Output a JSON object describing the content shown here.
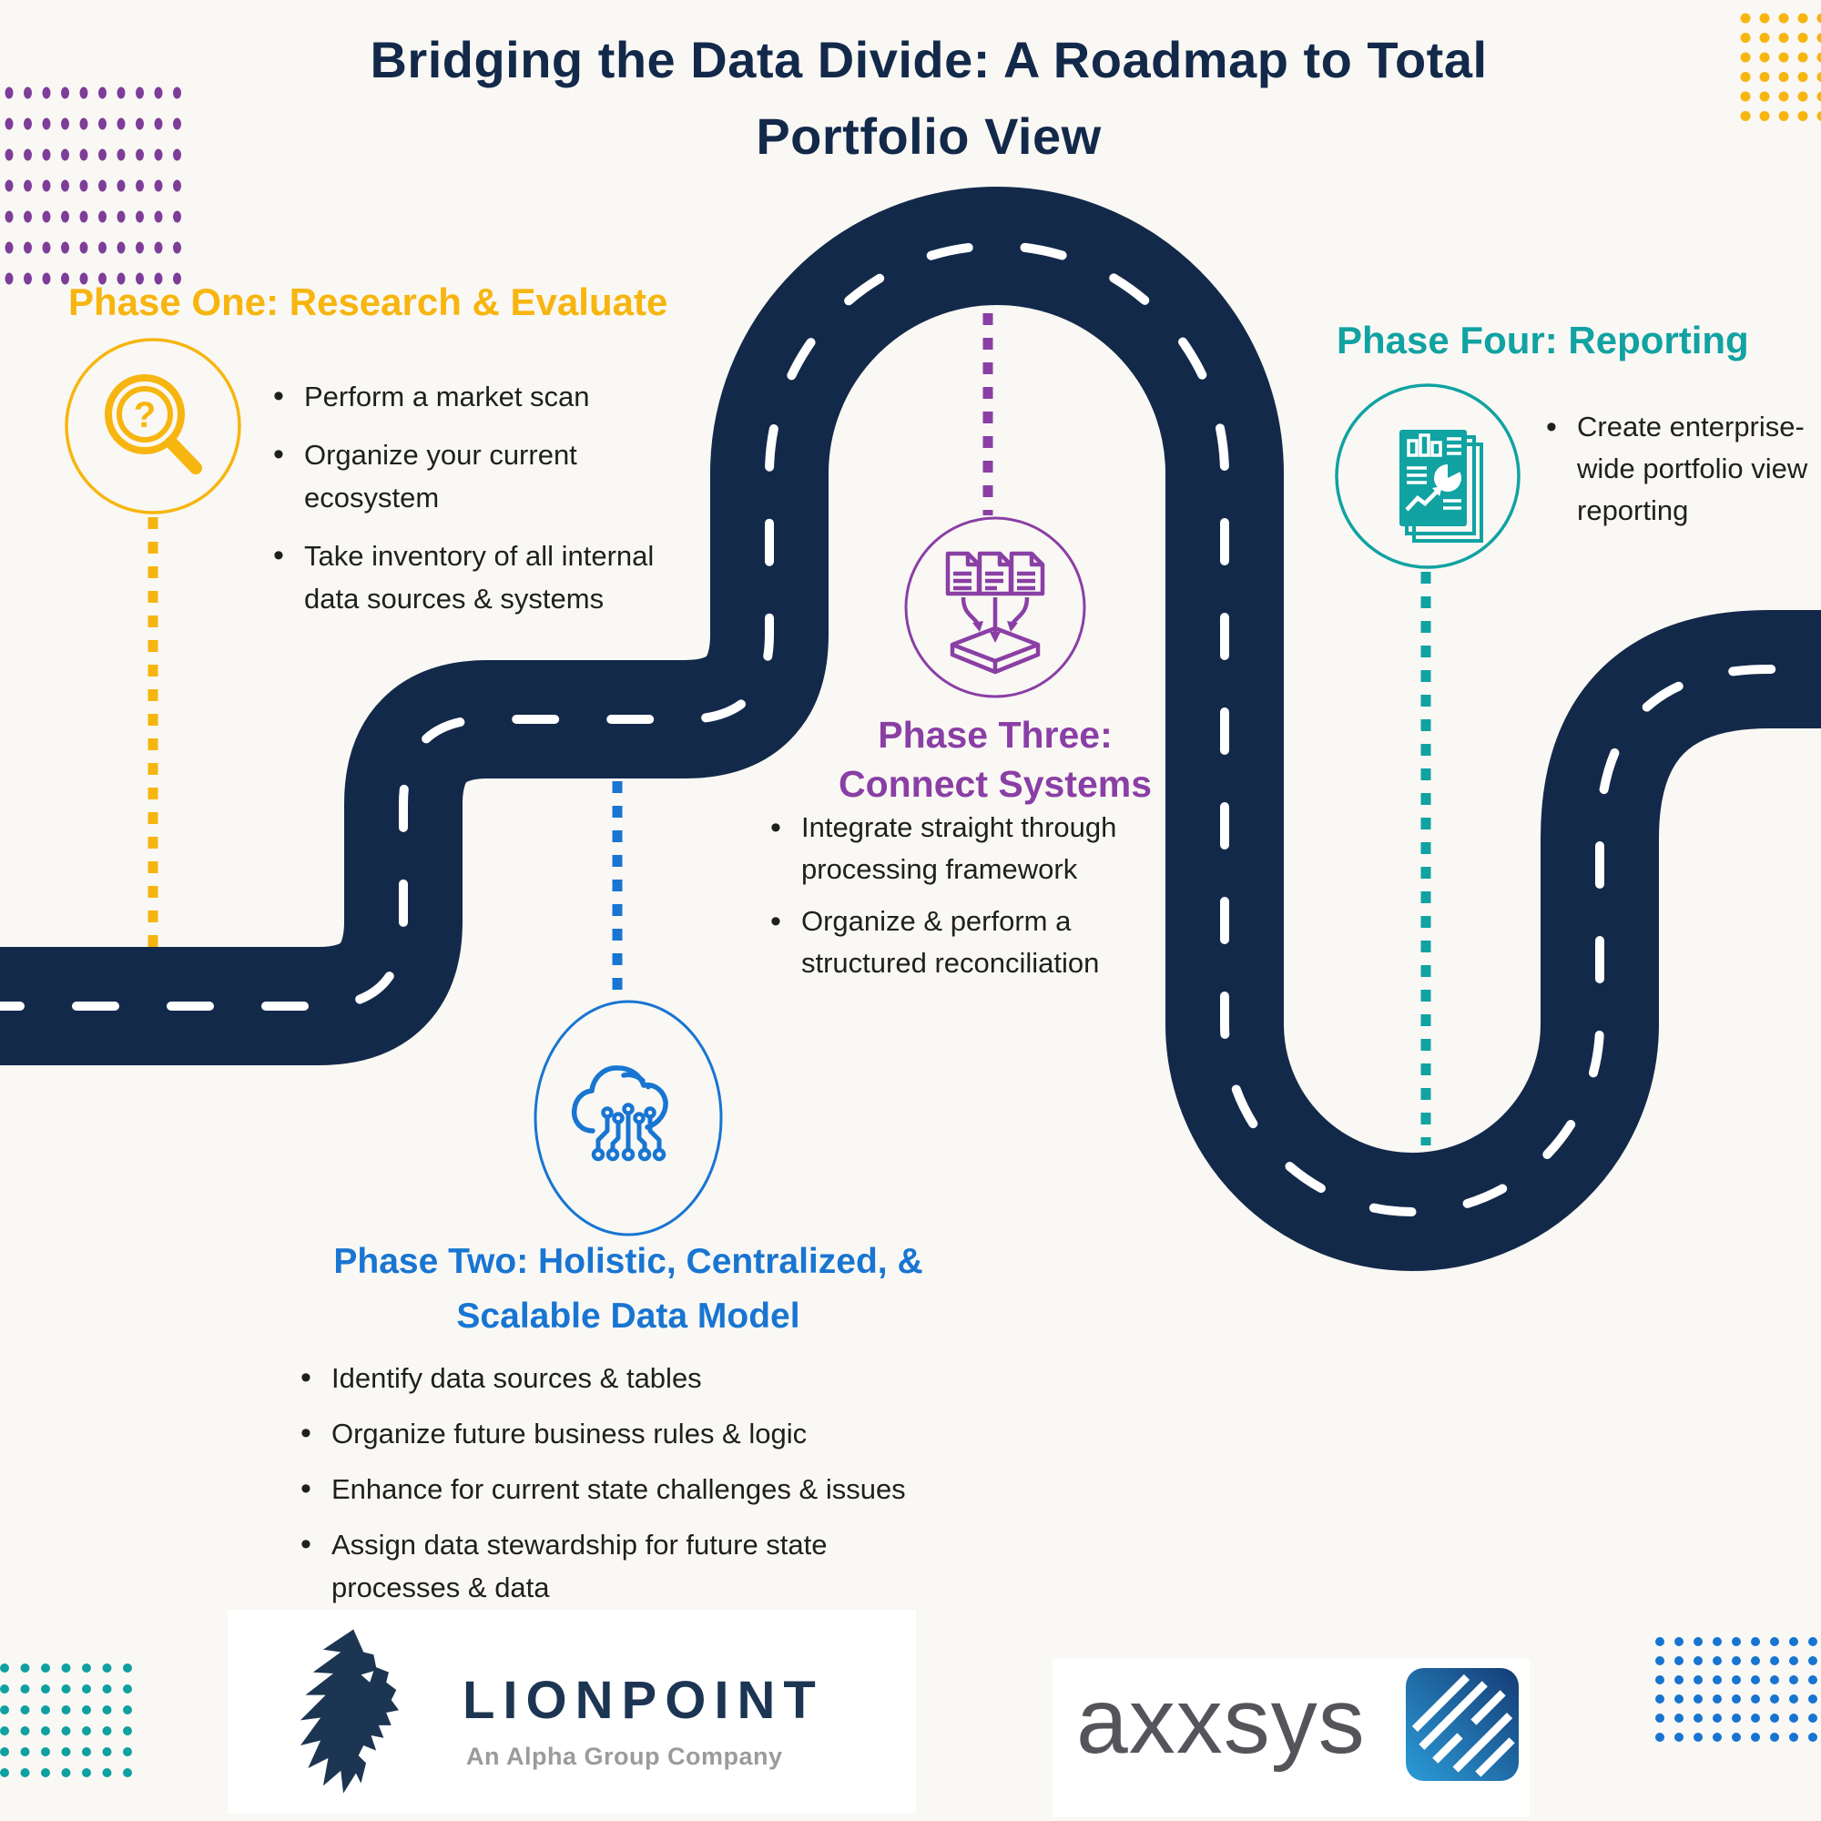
{
  "title": [
    "Bridging the Data Divide: A Roadmap to Total",
    "Portfolio View"
  ],
  "phases": [
    {
      "name": "Phase One",
      "heading": [
        "Phase One: Research & Evaluate"
      ],
      "color": "#F7B50F",
      "icon": "magnifying-glass-question-icon",
      "bullets": [
        [
          "Perform a market scan"
        ],
        [
          "Organize your current",
          "ecosystem"
        ],
        [
          "Take inventory of all internal",
          "data sources & systems"
        ]
      ]
    },
    {
      "name": "Phase Two",
      "heading": [
        "Phase Two: Holistic, Centralized, &",
        "Scalable Data Model"
      ],
      "color": "#1875D2",
      "icon": "cloud-circuit-icon",
      "bullets": [
        [
          "Identify data sources & tables"
        ],
        [
          "Organize future business rules & logic"
        ],
        [
          "Enhance for current state challenges & issues"
        ],
        [
          "Assign data stewardship for future state",
          "processes & data"
        ]
      ]
    },
    {
      "name": "Phase Three",
      "heading": [
        "Phase Three:",
        "Connect Systems"
      ],
      "color": "#8A3FA5",
      "icon": "documents-merge-icon",
      "bullets": [
        [
          "Integrate straight through",
          "processing framework"
        ],
        [
          "Organize & perform a",
          "structured reconciliation"
        ]
      ]
    },
    {
      "name": "Phase Four",
      "heading": [
        "Phase Four: Reporting"
      ],
      "color": "#11A2A2",
      "icon": "report-document-icon",
      "bullets": [
        [
          "Create enterprise-",
          "wide portfolio view",
          "reporting"
        ]
      ]
    }
  ],
  "footer": {
    "lionpoint_name": "LIONPOINT",
    "lionpoint_tagline": "An Alpha Group Company",
    "lionpoint_icon": "lion-logo",
    "axxsys_name": "axxsys",
    "axxsys_icon": "axxsys-stripe-mark"
  },
  "colors": {
    "background": "#FAF8F4",
    "road_navy": "#13294A",
    "road_dash_white": "#FFFFFF",
    "phase_one_yellow": "#F7B50F",
    "phase_two_blue": "#1875D2",
    "phase_three_purple": "#8A3FA5",
    "phase_four_teal": "#11A2A2",
    "body_text": "#1F1F1F",
    "dots_top_left_purple": "#7D3D98",
    "dots_top_right_yellow": "#F7B50F",
    "dots_bottom_left_teal": "#0FA0A0",
    "dots_bottom_right_blue": "#1774D1",
    "lion_navy": "#1C3552",
    "tagline_gray": "#9B9B9B",
    "axxsys_gray": "#54545B"
  }
}
